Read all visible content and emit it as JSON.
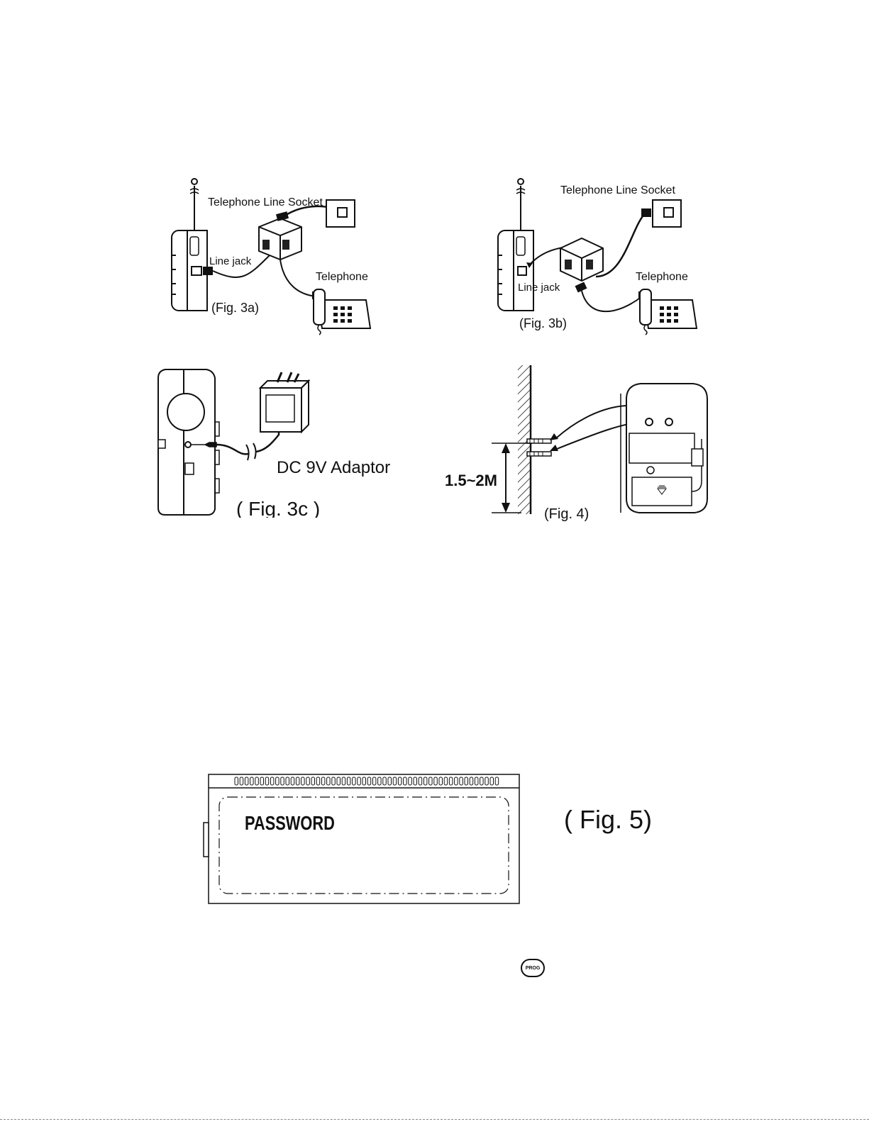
{
  "fig3a": {
    "socket_label": "Telephone Line Socket",
    "line_jack_label": "Line jack",
    "telephone_label": "Telephone",
    "caption": "(Fig. 3a)"
  },
  "fig3b": {
    "socket_label": "Telephone Line Socket",
    "line_jack_label": "Line jack",
    "telephone_label": "Telephone",
    "caption": "(Fig. 3b)"
  },
  "fig3c": {
    "adaptor_label": "DC 9V Adaptor",
    "caption": "( Fig. 3c )"
  },
  "fig4": {
    "height_label": "1.5~2M",
    "caption": "(Fig. 4)"
  },
  "fig5": {
    "display_text": "PASSWORD",
    "caption": "( Fig. 5)"
  },
  "prog_button": {
    "label": "PROG"
  }
}
